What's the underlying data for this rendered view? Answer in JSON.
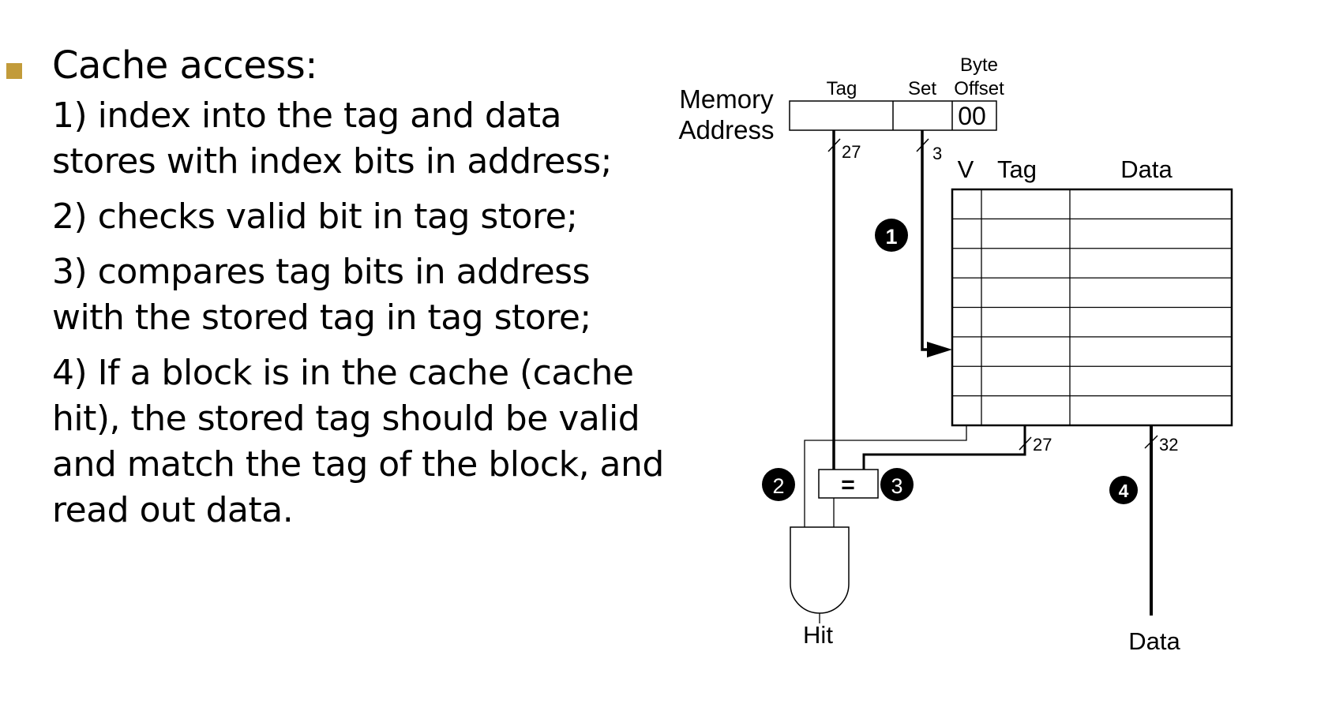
{
  "bullet_color": "#c29b3a",
  "text": {
    "heading": "Cache access:",
    "steps": [
      "  1) index into the tag and data\nstores with index bits in address;",
      "  2) checks valid bit in tag store;",
      "  3) compares tag bits in address\nwith the stored tag in tag store;",
      "  4) If a block is in the cache (cache\nhit), the stored tag should be valid\nand match the tag of the block, and\nread out data."
    ]
  },
  "diagram": {
    "memory_label_line1": "Memory",
    "memory_label_line2": "Address",
    "field_tag": "Tag",
    "field_set": "Set",
    "field_byte_line1": "Byte",
    "field_byte_line2": "Offset",
    "byte_offset_value": "00",
    "width_tag": "27",
    "width_set": "3",
    "col_v": "V",
    "col_tag": "Tag",
    "col_data": "Data",
    "width_stored_tag": "27",
    "width_data": "32",
    "comparator_symbol": "=",
    "steps": [
      "1",
      "2",
      "3",
      "4"
    ],
    "out_hit": "Hit",
    "out_data": "Data"
  }
}
